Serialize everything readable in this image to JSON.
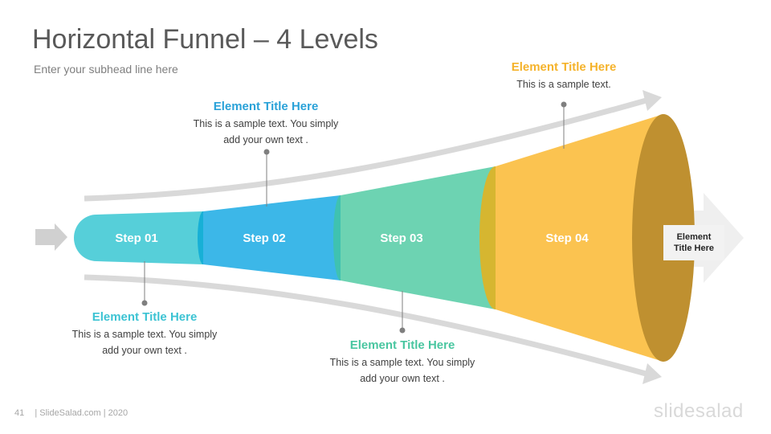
{
  "slide": {
    "title": "Horizontal Funnel – 4 Levels",
    "subtitle": "Enter your subhead line here"
  },
  "funnel": {
    "steps": [
      {
        "label": "Step  01",
        "color": "#56cfd9"
      },
      {
        "label": "Step  02",
        "color": "#3cb7e8"
      },
      {
        "label": "Step  03",
        "color": "#6dd3b2"
      },
      {
        "label": "Step  04",
        "color": "#fbc350"
      }
    ],
    "output_label_line1": "Element",
    "output_label_line2": "Title Here"
  },
  "callouts": [
    {
      "title": "Element Title Here",
      "text_line1": "This is a sample text. You simply",
      "text_line2": "add your own text .",
      "color": "#3cc3d3"
    },
    {
      "title": "Element Title Here",
      "text_line1": "This is a sample text. You simply",
      "text_line2": "add your own text .",
      "color": "#2aa2d8"
    },
    {
      "title": "Element Title Here",
      "text_line1": "This is a sample text. You simply",
      "text_line2": "add your own text .",
      "color": "#49c6a0"
    },
    {
      "title": "Element Title Here",
      "text_line1": "This is a sample text.",
      "text_line2": "",
      "color": "#f5b32b"
    }
  ],
  "footer": {
    "page_number": "41",
    "credit": "| SlideSalad.com | 2020",
    "brand": "slidesalad"
  }
}
